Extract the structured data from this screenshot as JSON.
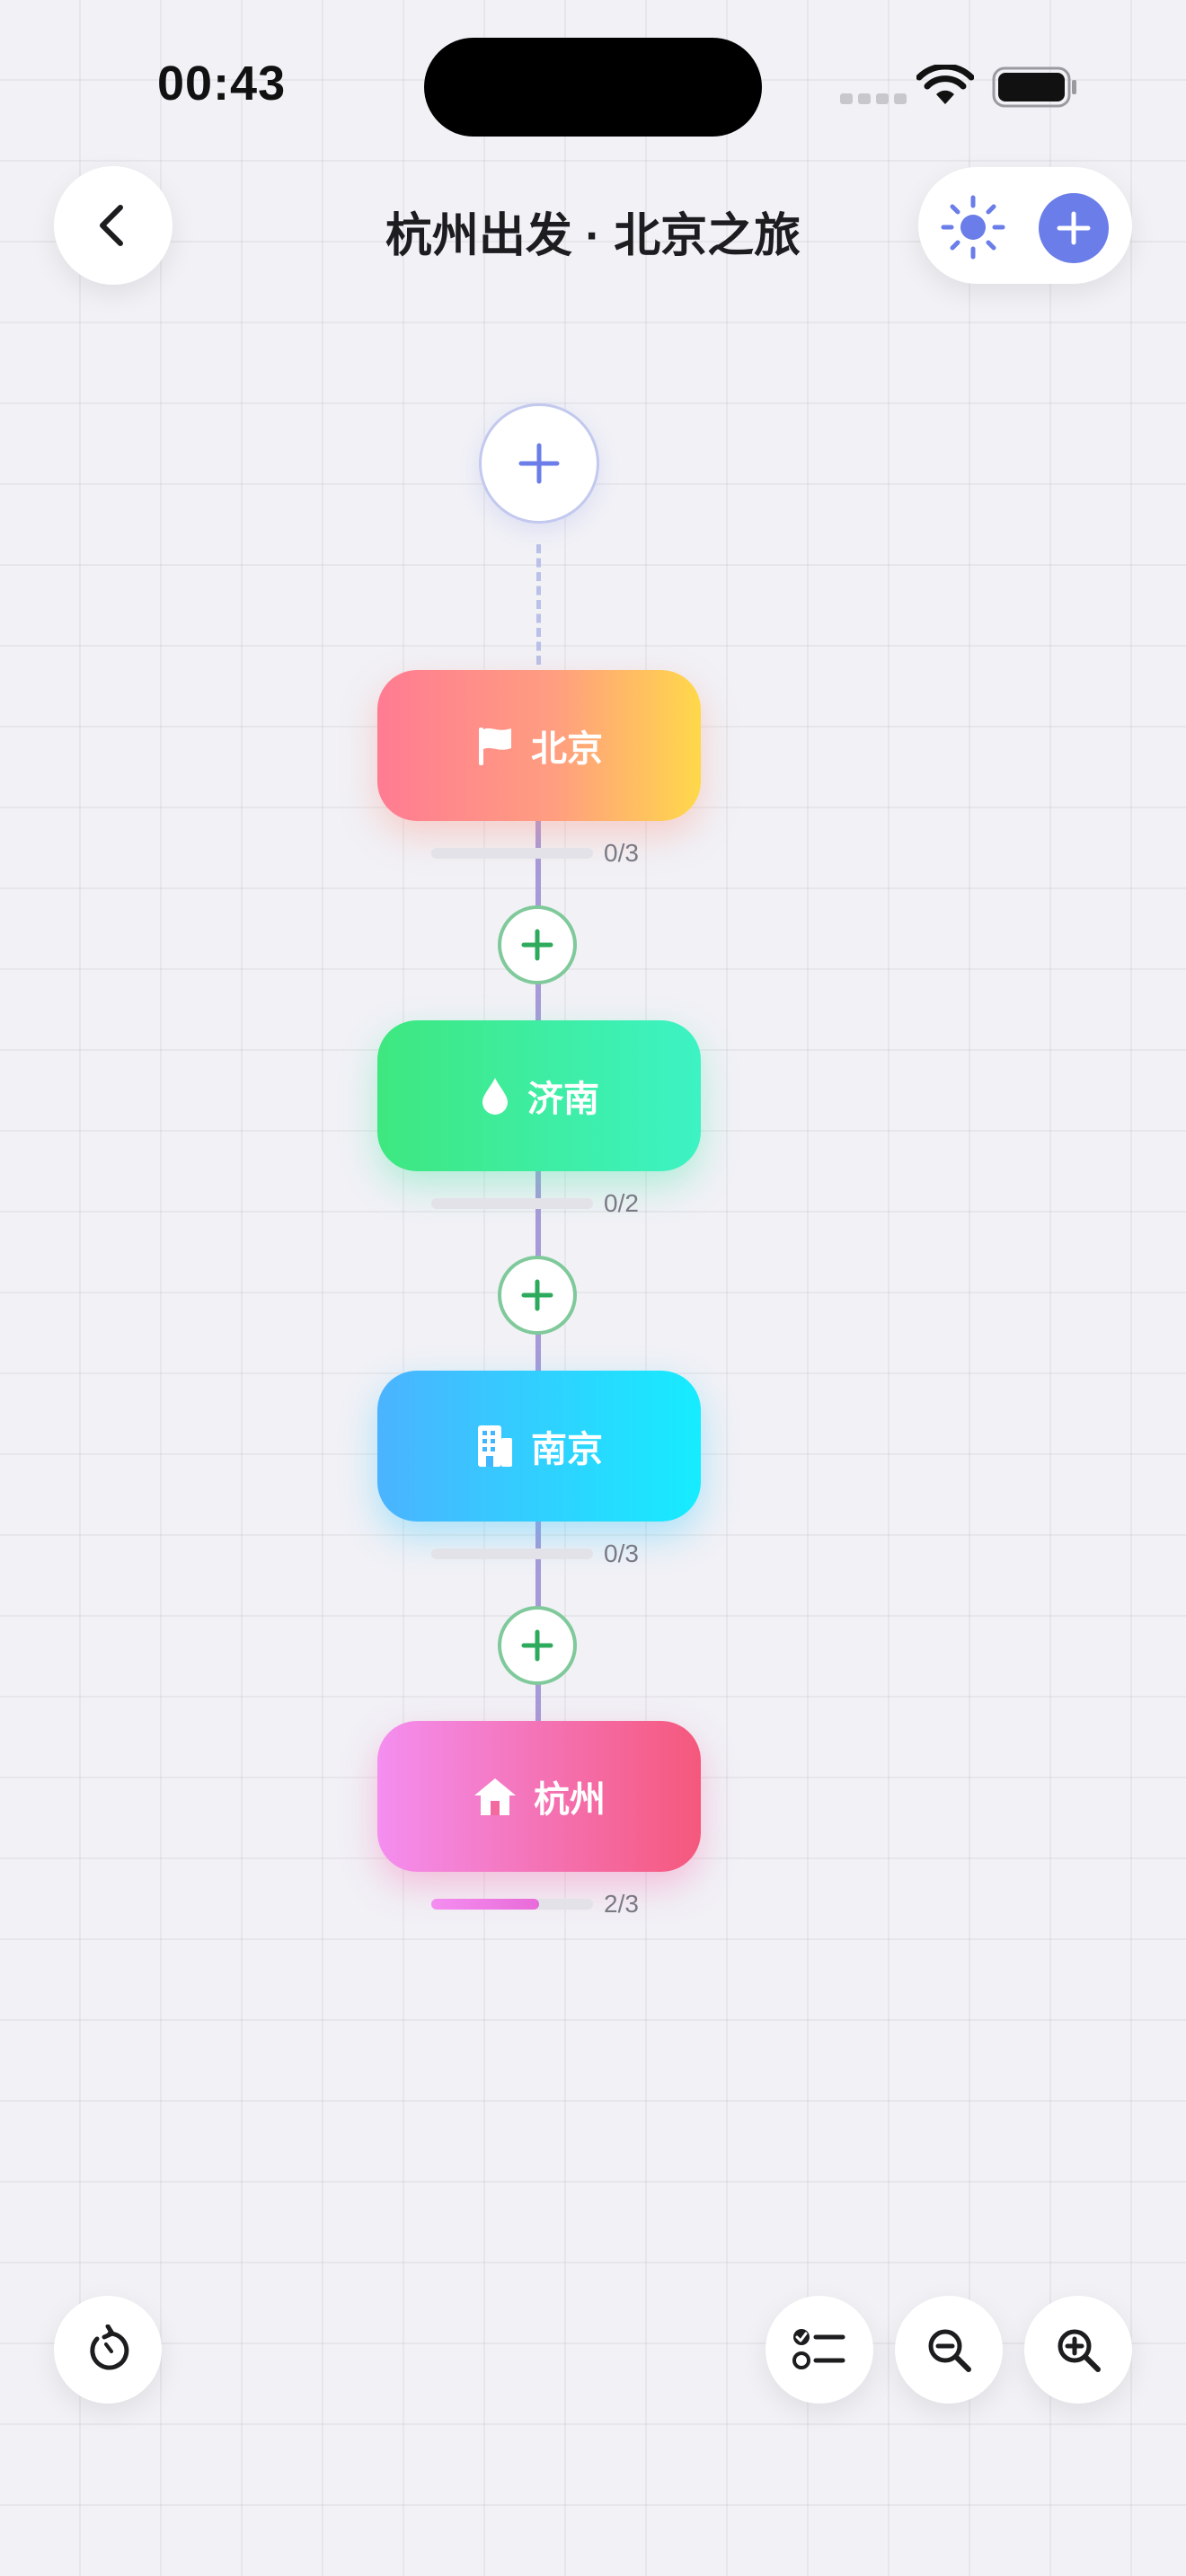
{
  "status_bar": {
    "time": "00:43"
  },
  "header": {
    "title": "杭州出发 · 北京之旅"
  },
  "colors": {
    "accent": "#6a7de8",
    "insert_button": "#2eaa5c",
    "timeline_line": "#a79ad8"
  },
  "timeline": {
    "stops": [
      {
        "city": "北京",
        "icon": "flag-icon",
        "progress_text": "0/3",
        "progress": 0
      },
      {
        "city": "济南",
        "icon": "water-drop-icon",
        "progress_text": "0/2",
        "progress": 0
      },
      {
        "city": "南京",
        "icon": "building-icon",
        "progress_text": "0/3",
        "progress": 0
      },
      {
        "city": "杭州",
        "icon": "home-icon",
        "progress_text": "2/3",
        "progress": 0.6667
      }
    ]
  },
  "toolbar": {
    "icons": [
      "undo-icon",
      "checklist-icon",
      "zoom-out-icon",
      "zoom-in-icon"
    ]
  }
}
